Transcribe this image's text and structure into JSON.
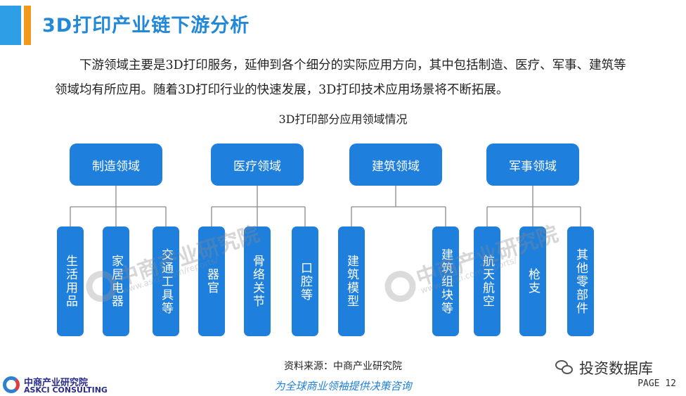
{
  "header": {
    "title": "3D打印产业链下游分析"
  },
  "intro": "下游领域主要是3D打印服务，延伸到各个细分的实际应用方向，其中包括制造、医疗、军事、建筑等领域均有所应用。随着3D打印行业的快速发展，3D打印技术应用场景将不断拓展。",
  "diagram": {
    "title": "3D打印部分应用领域情况",
    "categories": [
      {
        "label": "制造领域",
        "children": [
          "生活用品",
          "家居电器",
          "交通工具等"
        ]
      },
      {
        "label": "医疗领域",
        "children": [
          "器官",
          "骨络关节",
          "口腔等"
        ]
      },
      {
        "label": "建筑领域",
        "children": [
          "建筑模型",
          "建筑组块等"
        ]
      },
      {
        "label": "军事领域",
        "children": [
          "航天航空",
          "枪支",
          "其他零部件"
        ]
      }
    ]
  },
  "watermark": {
    "text": "中商产业研究院",
    "url": "www.askci.com/reports/"
  },
  "footer": {
    "source": "资料来源：中商产业研究院",
    "slogan": "为全球商业领袖提供决策咨询",
    "logo_cn": "中商产业研究院",
    "logo_en": "ASKCI CONSULTING",
    "wechat_name": "投资数据库",
    "page": "PAGE 12"
  },
  "colors": {
    "box": "#1e7fdc",
    "title": "#2288d8",
    "accent_blue": "#2e9ee6",
    "accent_orange": "#f39a1e",
    "connector": "#8a8a8a"
  }
}
